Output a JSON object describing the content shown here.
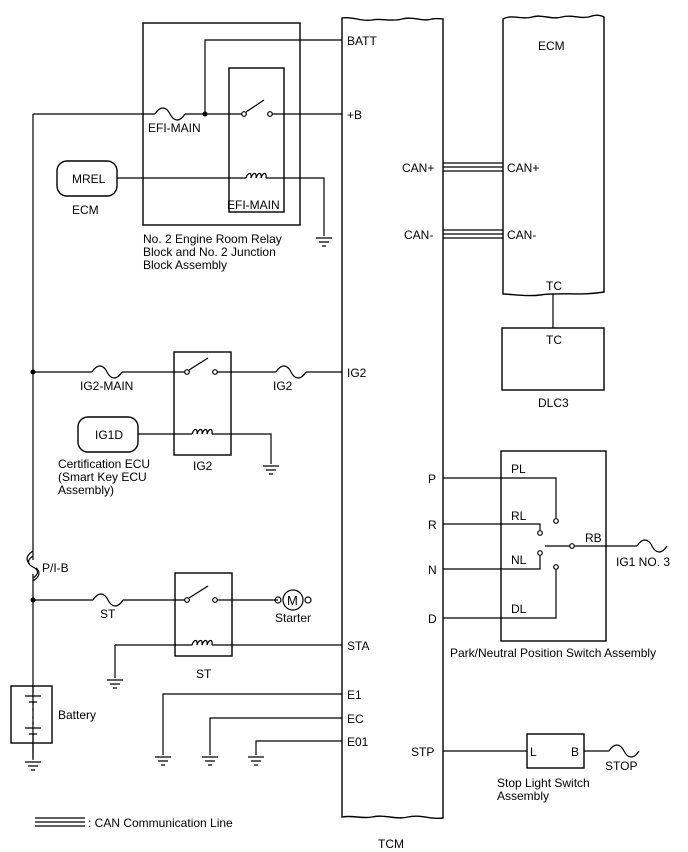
{
  "labels": {
    "batt": "BATT",
    "plus_b": "+B",
    "efi_main_fuse": "EFI-MAIN",
    "efi_main_relay": "EFI-MAIN",
    "mrel": "MREL",
    "ecm_small": "ECM",
    "relay_block_1": "No. 2 Engine Room Relay",
    "relay_block_2": "Block and No. 2 Junction",
    "relay_block_3": "Block Assembly",
    "ig2_main": "IG2-MAIN",
    "ig2_fuse": "IG2",
    "ig2_pin": "IG2",
    "ig2_relay": "IG2",
    "ig1d": "IG1D",
    "cert_1": "Certification ECU",
    "cert_2": "(Smart Key ECU",
    "cert_3": "Assembly)",
    "pib": "P/I-B",
    "st_fuse": "ST",
    "st_relay": "ST",
    "motor": "M",
    "starter": "Starter",
    "sta": "STA",
    "battery": "Battery",
    "e1": "E1",
    "ec": "EC",
    "e01": "E01",
    "stp": "STP",
    "tcm": "TCM",
    "ecm_big": "ECM",
    "can_plus_tcm": "CAN+",
    "can_minus_tcm": "CAN-",
    "can_plus_ecm": "CAN+",
    "can_minus_ecm": "CAN-",
    "tc_ecm": "TC",
    "tc_dlc": "TC",
    "dlc3": "DLC3",
    "p": "P",
    "r": "R",
    "n": "N",
    "d": "D",
    "pl": "PL",
    "rl": "RL",
    "nl": "NL",
    "dl": "DL",
    "rb": "RB",
    "ig1_no3": "IG1 NO. 3",
    "pnp": "Park/Neutral Position Switch Assembly",
    "stop_l": "L",
    "stop_b": "B",
    "stop": "STOP",
    "stop_sw_1": "Stop Light Switch",
    "stop_sw_2": "Assembly",
    "legend": ": CAN Communication Line"
  }
}
